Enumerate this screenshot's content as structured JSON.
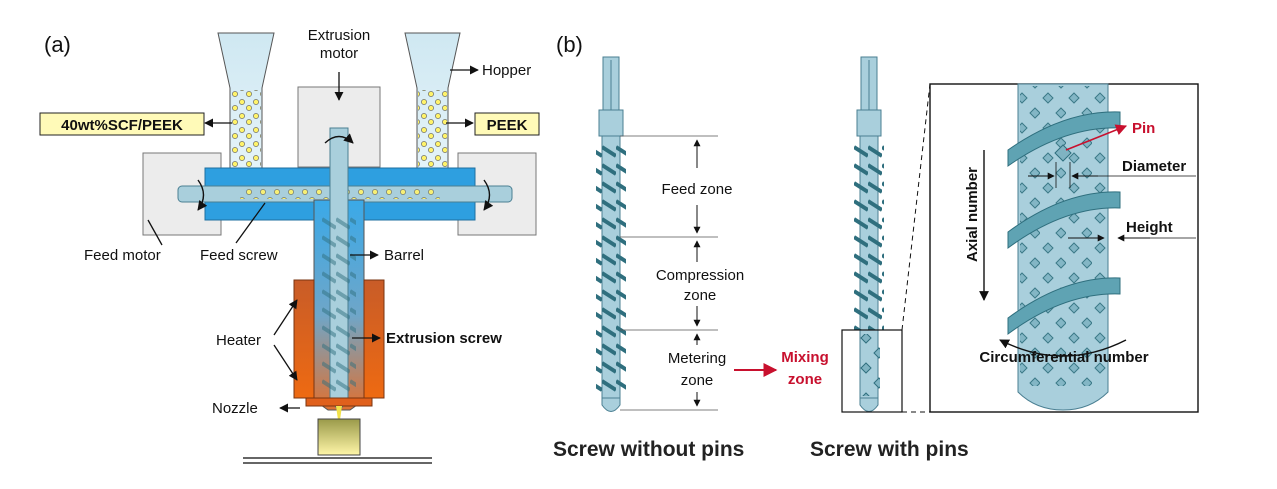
{
  "panel_a": {
    "tag": "(a)",
    "extrusion_motor_l1": "Extrusion",
    "extrusion_motor_l2": "motor",
    "hopper": "Hopper",
    "material_left": "40wt%SCF/PEEK",
    "material_right": "PEEK",
    "feed_motor": "Feed motor",
    "feed_screw": "Feed screw",
    "barrel": "Barrel",
    "heater": "Heater",
    "extrusion_screw": "Extrusion screw",
    "nozzle": "Nozzle"
  },
  "panel_b": {
    "tag": "(b)",
    "feed_zone": "Feed zone",
    "compression_l1": "Compression",
    "compression_l2": "zone",
    "metering_l1": "Metering",
    "metering_l2": "zone",
    "mixing_l1": "Mixing",
    "mixing_l2": "zone",
    "caption_left": "Screw without pins",
    "caption_right": "Screw with pins",
    "pin": "Pin",
    "diameter": "Diameter",
    "height": "Height",
    "axial_number": "Axial number",
    "circumferential_number": "Circumferential number"
  },
  "colors": {
    "blue": "#2e9fe0",
    "steel": "#a9cfdc",
    "screw": "#7fb3c2",
    "heater": "#e0601c",
    "label_bg": "#fffab8",
    "accent_red": "#c8102e"
  }
}
